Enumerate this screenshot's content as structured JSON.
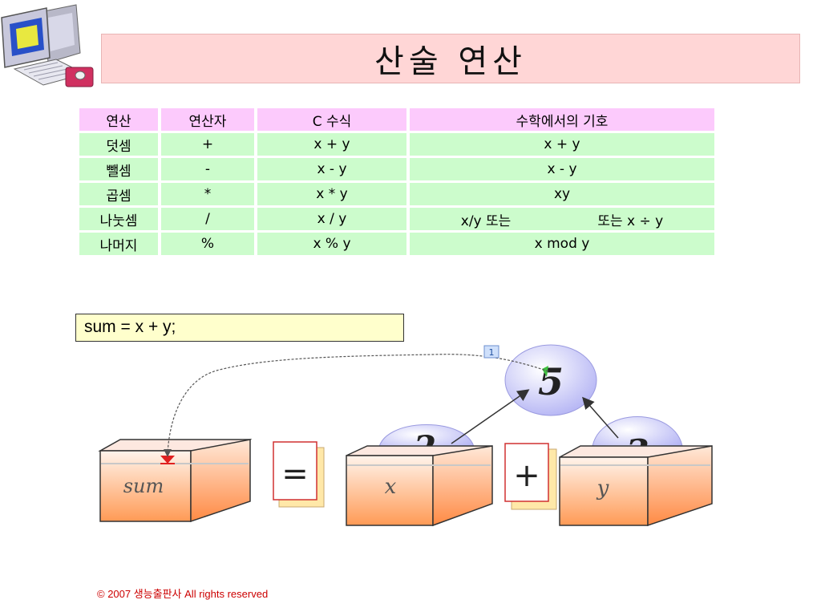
{
  "title": "산술 연산",
  "table": {
    "headers": [
      "연산",
      "연산자",
      "C 수식",
      "수학에서의 기호"
    ],
    "rows": [
      [
        "덧셈",
        "+",
        "x + y",
        "x + y"
      ],
      [
        "뺄셈",
        "-",
        "x - y",
        "x - y"
      ],
      [
        "곱셈",
        "*",
        "x * y",
        "xy"
      ],
      [
        "나눗셈",
        "/",
        "x / y",
        "x/y 또는                    또는 x ÷ y"
      ],
      [
        "나머지",
        "%",
        "x % y",
        "x mod y"
      ]
    ]
  },
  "code": "sum = x + y;",
  "diagram": {
    "sum_label": "sum",
    "x_label": "x",
    "y_label": "y",
    "x_value": "2",
    "y_value": "3",
    "result_value": "5",
    "equals_sign": "=",
    "plus_sign": "+",
    "step_badge": "1"
  },
  "footer": "© 2007 생능출판사  All rights reserved",
  "icons": [
    "computer-icon"
  ],
  "colors": {
    "title_bg": "#ffd6d6",
    "table_header_bg": "#fccafc",
    "table_row_bg": "#ccfccc",
    "code_bg": "#ffffcc",
    "footer_text": "#cc0000"
  }
}
